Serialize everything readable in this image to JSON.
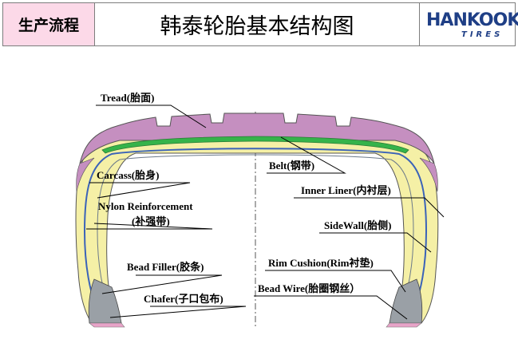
{
  "header": {
    "section_label": "生产流程",
    "title": "韩泰轮胎基本结构图",
    "logo_text": "HANKOOK",
    "logo_sub": "TIRES"
  },
  "labels": {
    "tread": "Tread(胎面)",
    "carcass": "Carcass(胎身)",
    "nylon_line1": "Nylon Reinforcement",
    "nylon_line2": "(补强带)",
    "bead_filler": "Bead Filler(胶条)",
    "chafer": "Chafer(子口包布)",
    "belt": "Belt(钢带)",
    "inner_liner": "Inner  Liner(内衬层)",
    "sidewall": "SideWall(胎侧)",
    "rim_cushion": "Rim Cushion(Rim衬垫)",
    "bead_wire": "Bead Wire(胎圈钢丝）"
  },
  "colors": {
    "tread": "#c58fc0",
    "sidewall": "#f5f0a6",
    "belt": "#35b34a",
    "carcass_line": "#3b63b8",
    "bead": "#9aa0a6",
    "section_bg": "#fcd9e8",
    "logo": "#1f3f86"
  }
}
